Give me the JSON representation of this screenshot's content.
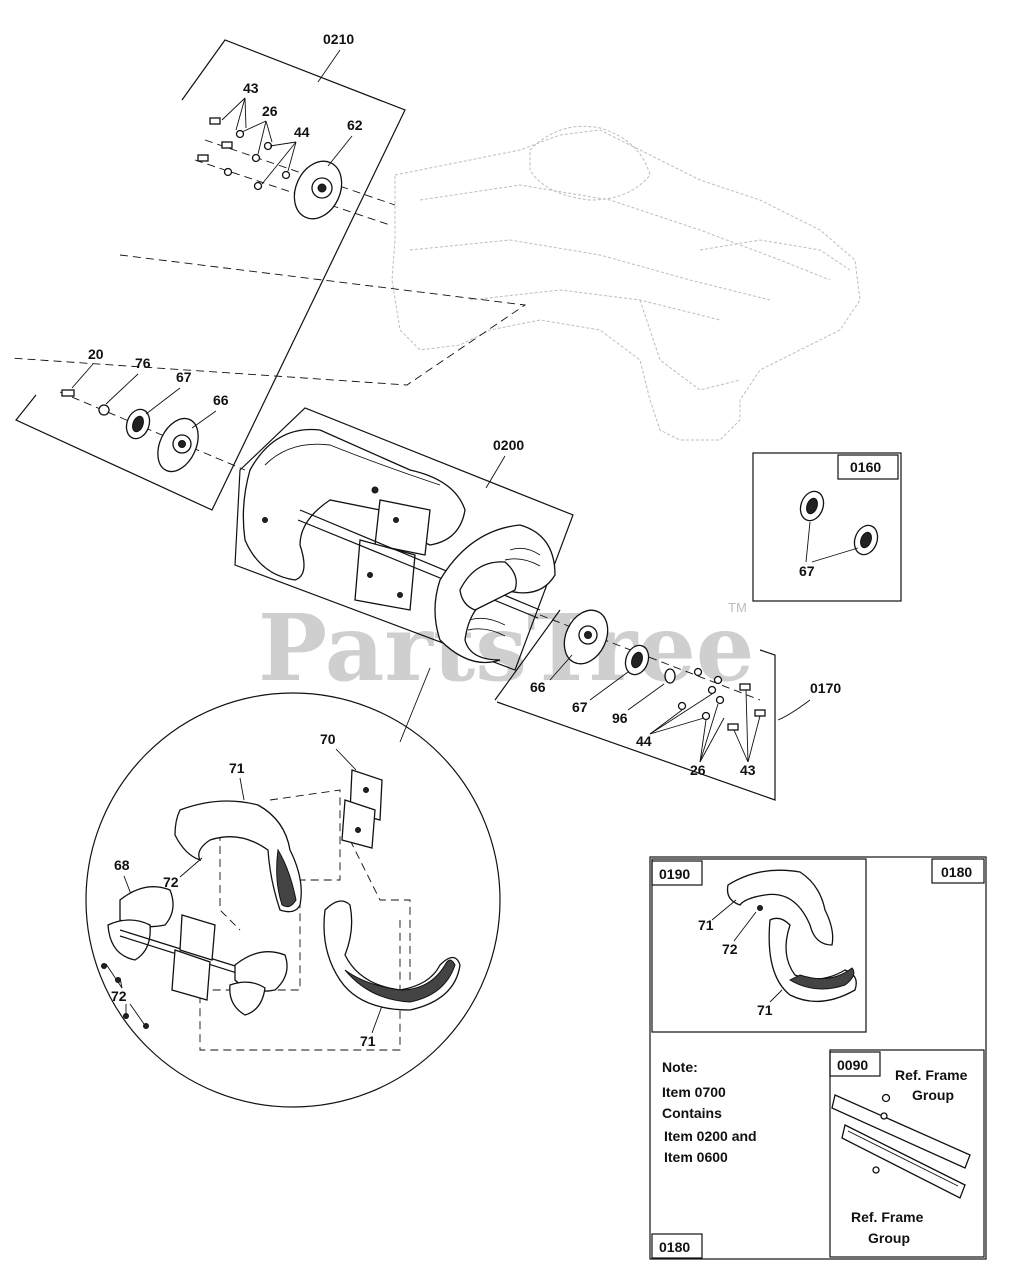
{
  "watermark": {
    "text": "PartsTree",
    "trademark": "TM"
  },
  "callouts": {
    "a0210": "0210",
    "a0200": "0200",
    "a0160": "0160",
    "a0170": "0170",
    "a0190": "0190",
    "a0180_top": "0180",
    "a0180_bottom": "0180",
    "a0090": "0090"
  },
  "parts": {
    "p43_top": "43",
    "p26_top": "26",
    "p44_top": "44",
    "p62": "62",
    "p20": "20",
    "p76": "76",
    "p67_left": "67",
    "p66_left": "66",
    "p67_box": "67",
    "p66_right": "66",
    "p67_right": "67",
    "p96": "96",
    "p44_right": "44",
    "p26_right": "26",
    "p43_right": "43",
    "p70": "70",
    "p71_a": "71",
    "p72_a": "72",
    "p68": "68",
    "p72_b": "72",
    "p71_b": "71",
    "p71_inset_top": "71",
    "p72_inset": "72",
    "p71_inset_bottom": "71"
  },
  "note": {
    "line1": "Note:",
    "line2": "Item 0700",
    "line3": "Contains",
    "line4": "Item 0200 and",
    "line5": "Item 0600"
  },
  "ref_frame": {
    "top_line1": "Ref. Frame",
    "top_line2": "Group",
    "bottom_line1": "Ref. Frame",
    "bottom_line2": "Group"
  }
}
